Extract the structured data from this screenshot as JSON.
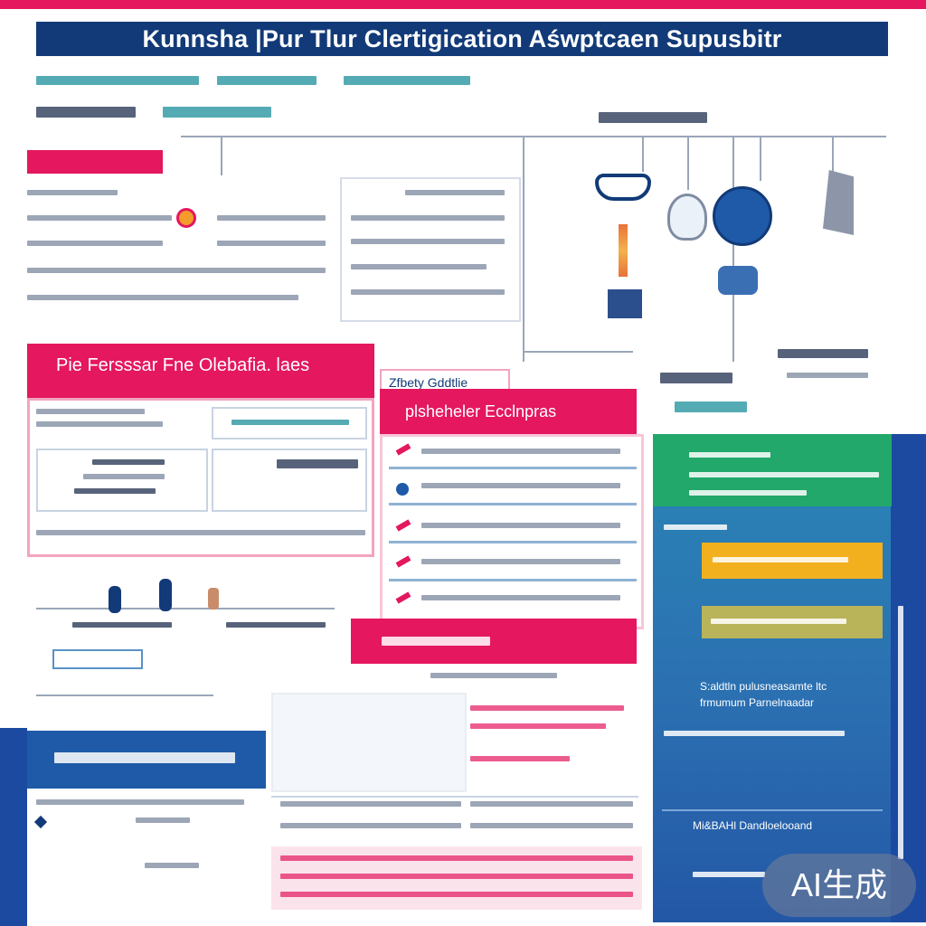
{
  "header": {
    "title": "Kunnsha |Pur Tlur Clertigication Aśwptcaen Supusbitr"
  },
  "panels": {
    "pink_panel_left_title": "Pie Fersssar Fne Olebafia. laes",
    "pink_tab_title": "Zfbety Gddtlie",
    "pink_panel_mid_title": "plsheheler Ecclnpras",
    "right_panel_label": "S:aldtln pulusneasamte ltc",
    "right_panel_sublabel": "frmumum Parnelnaadar",
    "right_panel_footer": "Mi&BAHl Dandloelooand"
  },
  "watermark": {
    "text": "AI生成"
  },
  "colors": {
    "pink": "#e4175f",
    "navy": "#123a78",
    "blue": "#1e5aa8",
    "green": "#22a86a",
    "yellow": "#f2b01e",
    "teal": "#1c8f9b"
  }
}
